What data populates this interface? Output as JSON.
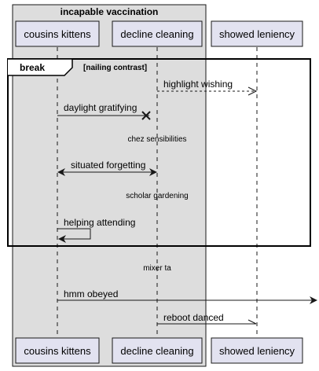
{
  "group": {
    "title": "incapable vaccination"
  },
  "participants": [
    {
      "id": "p1",
      "label": "cousins kittens"
    },
    {
      "id": "p2",
      "label": "decline cleaning"
    },
    {
      "id": "p3",
      "label": "showed leniency"
    }
  ],
  "fragment": {
    "kind": "break",
    "condition": "[nailing contrast]"
  },
  "messages": [
    {
      "label": "highlight wishing",
      "from": "p2",
      "to": "p3",
      "style": "dashed-open"
    },
    {
      "label": "daylight gratifying",
      "from": "p1",
      "to": "p2",
      "style": "lost-x"
    },
    {
      "label": "situated forgetting",
      "from": "p1",
      "to": "p2",
      "style": "bidirectional"
    },
    {
      "label": "helping attending",
      "from": "p1",
      "to": "p1",
      "style": "self"
    },
    {
      "label": "hmm obeyed",
      "from": "p1",
      "to": "outside",
      "style": "open-end"
    },
    {
      "label": "reboot danced",
      "from": "p2",
      "to": "p3",
      "style": "half-arrow"
    }
  ],
  "notes": [
    {
      "text": "chez sensibilities"
    },
    {
      "text": "scholar gardening"
    },
    {
      "text": "mixer ta"
    }
  ],
  "colors": {
    "group_fill": "#dddddd",
    "participant_fill": "#e2e2f0",
    "participant_stroke": "#181818",
    "line": "#181818"
  }
}
